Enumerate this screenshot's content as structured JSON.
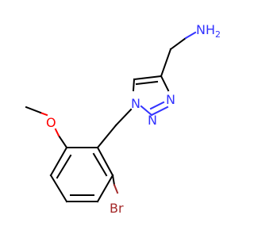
{
  "molecule": {
    "atoms": {
      "nh2": "NH",
      "nh2_sub": "2",
      "n1": "N",
      "n2": "N",
      "n3": "N",
      "o": "O",
      "br": "Br"
    },
    "colors": {
      "carbon": "#000000",
      "nitrogen": "#3333ff",
      "oxygen": "#ff0000",
      "bromine": "#a52a2a"
    }
  }
}
